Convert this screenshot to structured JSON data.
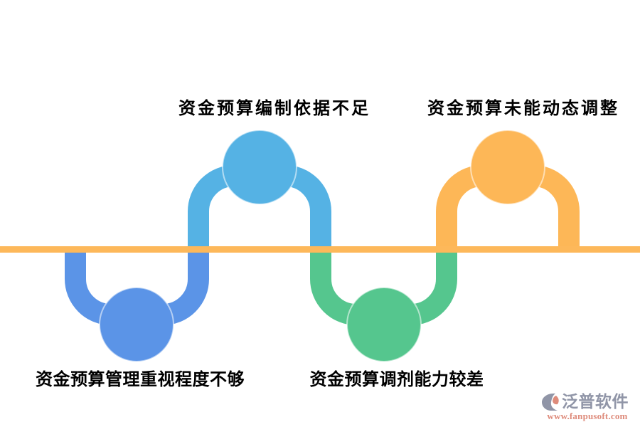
{
  "diagram": {
    "description": "S-shaped wave infographic with four alternating nodes on a horizontal baseline",
    "baseline_color": "#FDB85A",
    "items": [
      {
        "label": "资金预算管理重视程度不够",
        "placement": "bottom",
        "color": "#5B94E7",
        "color_name": "royal-blue"
      },
      {
        "label": "资金预算编制依据不足",
        "placement": "top",
        "color": "#55B2E4",
        "color_name": "sky-blue"
      },
      {
        "label": "资金预算调剂能力较差",
        "placement": "bottom",
        "color": "#55C68E",
        "color_name": "green"
      },
      {
        "label": "资金预算未能动态调整",
        "placement": "top",
        "color": "#FDB757",
        "color_name": "orange"
      }
    ]
  },
  "watermark": {
    "brand": "泛普软件",
    "url": "www.fanpusoft.com",
    "brand_color": "#9095A7",
    "url_color": "#DE8B7B",
    "icon": "fanpu-logo"
  }
}
